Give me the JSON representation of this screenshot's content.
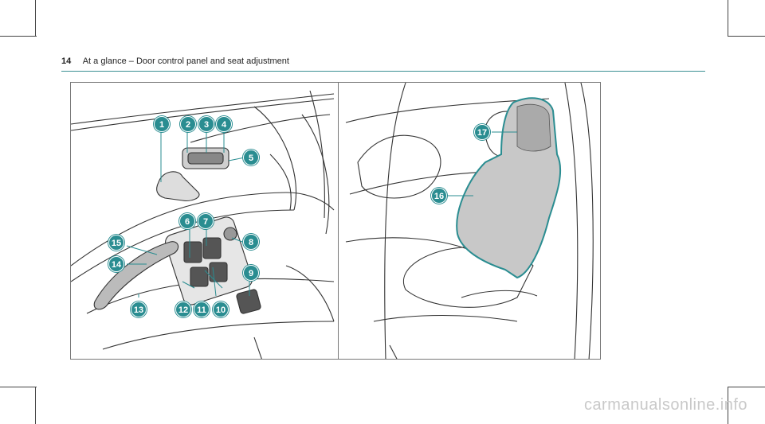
{
  "header": {
    "page_number": "14",
    "title": "At a glance – Door control panel and seat adjustment"
  },
  "callouts": [
    "1",
    "2",
    "3",
    "4",
    "5",
    "6",
    "7",
    "8",
    "9",
    "10",
    "11",
    "12",
    "13",
    "14",
    "15",
    "16",
    "17"
  ],
  "watermark": "carmanualsonline.info",
  "colors": {
    "accent": "#2a8d91",
    "rule": "#3a8f93"
  }
}
